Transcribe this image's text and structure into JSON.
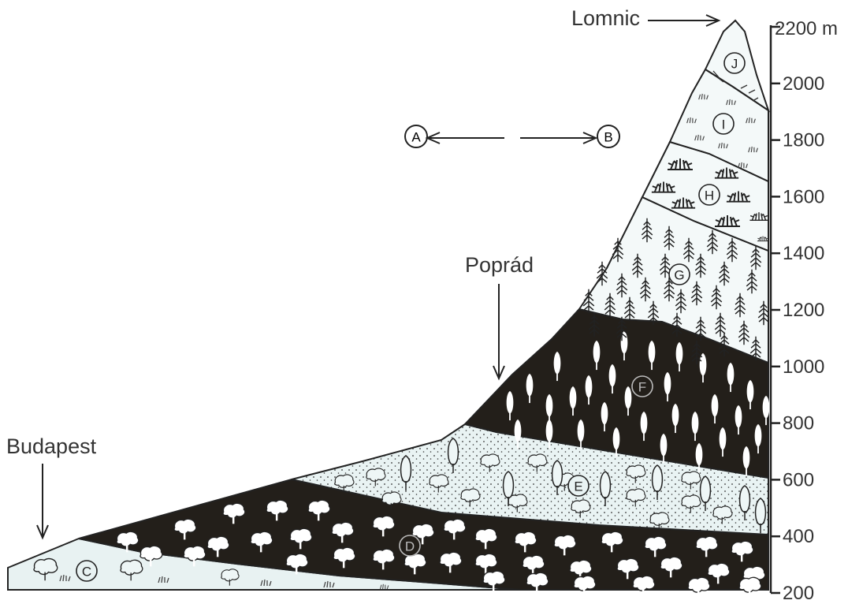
{
  "places": {
    "budapest": "Budapest",
    "poprad": "Poprád",
    "lomnic": "Lomnic"
  },
  "axis": {
    "unit_top": "2200 m",
    "ticks": [
      "2000",
      "1800",
      "1600",
      "1400",
      "1200",
      "1000",
      "800",
      "600",
      "400",
      "200"
    ]
  },
  "legend_arrow": {
    "left": "A",
    "right": "B"
  },
  "zones": [
    "C",
    "D",
    "E",
    "F",
    "G",
    "H",
    "I",
    "J"
  ],
  "colors": {
    "ink": "#2a2a2a",
    "light_fill": "#e8f2f2",
    "dark_fill": "#231f1a"
  }
}
